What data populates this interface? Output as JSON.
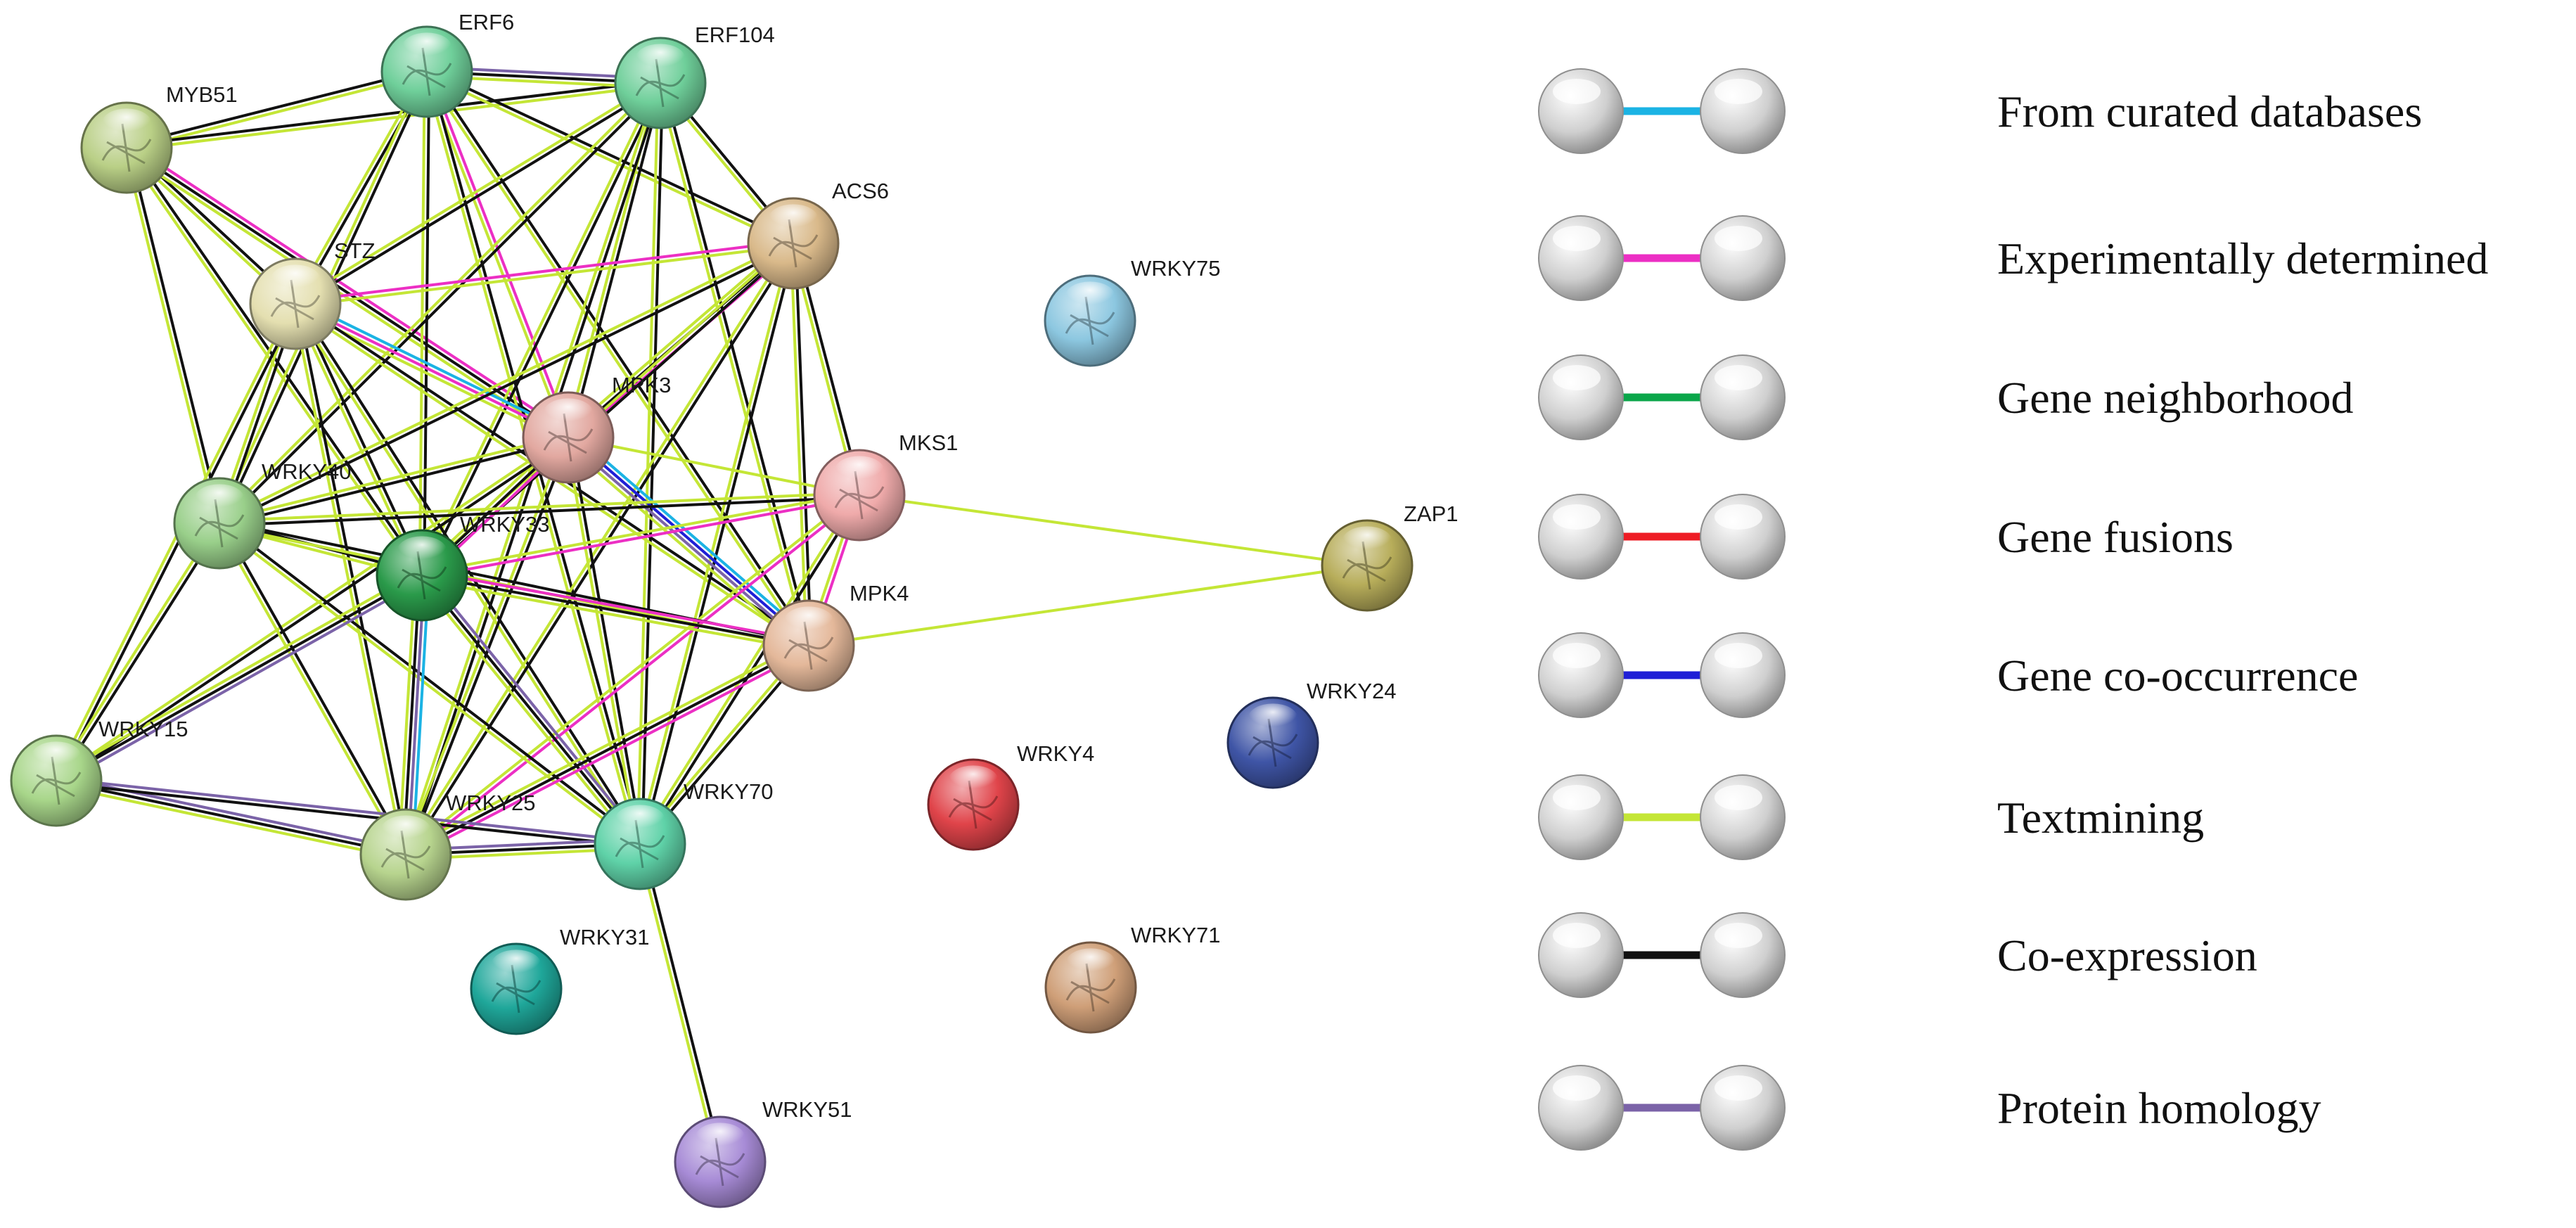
{
  "network": {
    "nodes": [
      {
        "id": "ERF6",
        "color": "#6fcf9a"
      },
      {
        "id": "ERF104",
        "color": "#6fcf9a"
      },
      {
        "id": "MYB51",
        "color": "#b9cf86"
      },
      {
        "id": "ACS6",
        "color": "#d9b98a"
      },
      {
        "id": "STZ",
        "color": "#e4dfb0"
      },
      {
        "id": "WRKY75",
        "color": "#8cc7e0"
      },
      {
        "id": "MPK3",
        "color": "#e2a8a0"
      },
      {
        "id": "MKS1",
        "color": "#efaaaa"
      },
      {
        "id": "WRKY40",
        "color": "#99cf8a"
      },
      {
        "id": "WRKY33",
        "color": "#2a9a4a"
      },
      {
        "id": "ZAP1",
        "color": "#b7ad5a"
      },
      {
        "id": "MPK4",
        "color": "#e4b89a"
      },
      {
        "id": "WRKY15",
        "color": "#a8d68a"
      },
      {
        "id": "WRKY24",
        "color": "#3f55a6"
      },
      {
        "id": "WRKY4",
        "color": "#e0444a"
      },
      {
        "id": "WRKY25",
        "color": "#b7d48e"
      },
      {
        "id": "WRKY70",
        "color": "#5fd2a8"
      },
      {
        "id": "WRKY31",
        "color": "#1fa79a"
      },
      {
        "id": "WRKY71",
        "color": "#cf9f78"
      },
      {
        "id": "WRKY51",
        "color": "#a78bd6"
      }
    ],
    "edges": [
      {
        "source": "MYB51",
        "target": "ERF6",
        "types": [
          "coexpression",
          "textmining"
        ]
      },
      {
        "source": "MYB51",
        "target": "ERF104",
        "types": [
          "coexpression",
          "textmining"
        ]
      },
      {
        "source": "MYB51",
        "target": "STZ",
        "types": [
          "coexpression",
          "textmining"
        ]
      },
      {
        "source": "MYB51",
        "target": "MPK3",
        "types": [
          "experimental",
          "coexpression",
          "textmining"
        ]
      },
      {
        "source": "MYB51",
        "target": "WRKY40",
        "types": [
          "coexpression",
          "textmining"
        ]
      },
      {
        "source": "MYB51",
        "target": "WRKY33",
        "types": [
          "coexpression",
          "textmining"
        ]
      },
      {
        "source": "ERF6",
        "target": "ERF104",
        "types": [
          "homology",
          "coexpression",
          "textmining"
        ]
      },
      {
        "source": "ERF6",
        "target": "STZ",
        "types": [
          "coexpression",
          "textmining"
        ]
      },
      {
        "source": "ERF6",
        "target": "ACS6",
        "types": [
          "coexpression",
          "textmining"
        ]
      },
      {
        "source": "ERF6",
        "target": "MPK3",
        "types": [
          "experimental",
          "textmining"
        ]
      },
      {
        "source": "ERF6",
        "target": "WRKY40",
        "types": [
          "coexpression",
          "textmining"
        ]
      },
      {
        "source": "ERF6",
        "target": "WRKY33",
        "types": [
          "coexpression",
          "textmining"
        ]
      },
      {
        "source": "ERF6",
        "target": "MPK4",
        "types": [
          "coexpression",
          "textmining"
        ]
      },
      {
        "source": "ERF6",
        "target": "WRKY70",
        "types": [
          "coexpression",
          "textmining"
        ]
      },
      {
        "source": "ERF104",
        "target": "STZ",
        "types": [
          "coexpression",
          "textmining"
        ]
      },
      {
        "source": "ERF104",
        "target": "ACS6",
        "types": [
          "coexpression",
          "textmining"
        ]
      },
      {
        "source": "ERF104",
        "target": "MPK3",
        "types": [
          "coexpression",
          "textmining"
        ]
      },
      {
        "source": "ERF104",
        "target": "WRKY40",
        "types": [
          "coexpression",
          "textmining"
        ]
      },
      {
        "source": "ERF104",
        "target": "WRKY33",
        "types": [
          "coexpression",
          "textmining"
        ]
      },
      {
        "source": "ERF104",
        "target": "MPK4",
        "types": [
          "coexpression",
          "textmining"
        ]
      },
      {
        "source": "ERF104",
        "target": "WRKY25",
        "types": [
          "coexpression",
          "textmining"
        ]
      },
      {
        "source": "ERF104",
        "target": "WRKY70",
        "types": [
          "coexpression",
          "textmining"
        ]
      },
      {
        "source": "STZ",
        "target": "ACS6",
        "types": [
          "experimental",
          "textmining"
        ]
      },
      {
        "source": "STZ",
        "target": "MPK3",
        "types": [
          "curated",
          "experimental",
          "textmining"
        ]
      },
      {
        "source": "STZ",
        "target": "WRKY40",
        "types": [
          "coexpression",
          "textmining"
        ]
      },
      {
        "source": "STZ",
        "target": "WRKY33",
        "types": [
          "coexpression",
          "textmining"
        ]
      },
      {
        "source": "STZ",
        "target": "MPK4",
        "types": [
          "coexpression",
          "textmining"
        ]
      },
      {
        "source": "STZ",
        "target": "WRKY15",
        "types": [
          "coexpression",
          "textmining"
        ]
      },
      {
        "source": "STZ",
        "target": "WRKY25",
        "types": [
          "coexpression",
          "textmining"
        ]
      },
      {
        "source": "STZ",
        "target": "WRKY70",
        "types": [
          "coexpression",
          "textmining"
        ]
      },
      {
        "source": "ACS6",
        "target": "MPK3",
        "types": [
          "experimental",
          "coexpression",
          "textmining"
        ]
      },
      {
        "source": "ACS6",
        "target": "WRKY40",
        "types": [
          "coexpression",
          "textmining"
        ]
      },
      {
        "source": "ACS6",
        "target": "WRKY33",
        "types": [
          "coexpression",
          "textmining"
        ]
      },
      {
        "source": "ACS6",
        "target": "MKS1",
        "types": [
          "coexpression",
          "textmining"
        ]
      },
      {
        "source": "ACS6",
        "target": "MPK4",
        "types": [
          "coexpression",
          "textmining"
        ]
      },
      {
        "source": "ACS6",
        "target": "WRKY25",
        "types": [
          "coexpression",
          "textmining"
        ]
      },
      {
        "source": "ACS6",
        "target": "WRKY70",
        "types": [
          "coexpression",
          "textmining"
        ]
      },
      {
        "source": "MPK3",
        "target": "WRKY40",
        "types": [
          "coexpression",
          "textmining"
        ]
      },
      {
        "source": "MPK3",
        "target": "WRKY33",
        "types": [
          "experimental",
          "coexpression",
          "textmining"
        ]
      },
      {
        "source": "MPK3",
        "target": "MKS1",
        "types": [
          "textmining"
        ]
      },
      {
        "source": "MPK3",
        "target": "MPK4",
        "types": [
          "curated",
          "cooccurrence",
          "homology",
          "textmining"
        ]
      },
      {
        "source": "MPK3",
        "target": "WRKY25",
        "types": [
          "coexpression",
          "textmining"
        ]
      },
      {
        "source": "MPK3",
        "target": "WRKY70",
        "types": [
          "coexpression",
          "textmining"
        ]
      },
      {
        "source": "MPK3",
        "target": "WRKY15",
        "types": [
          "coexpression",
          "textmining"
        ]
      },
      {
        "source": "MKS1",
        "target": "WRKY40",
        "types": [
          "coexpression",
          "textmining"
        ]
      },
      {
        "source": "MKS1",
        "target": "WRKY33",
        "types": [
          "experimental",
          "textmining"
        ]
      },
      {
        "source": "MKS1",
        "target": "MPK4",
        "types": [
          "experimental",
          "textmining"
        ]
      },
      {
        "source": "MKS1",
        "target": "ZAP1",
        "types": [
          "textmining"
        ]
      },
      {
        "source": "MKS1",
        "target": "WRKY25",
        "types": [
          "experimental",
          "textmining"
        ]
      },
      {
        "source": "MKS1",
        "target": "WRKY70",
        "types": [
          "coexpression",
          "textmining"
        ]
      },
      {
        "source": "WRKY40",
        "target": "WRKY33",
        "types": [
          "coexpression",
          "textmining"
        ]
      },
      {
        "source": "WRKY40",
        "target": "MPK4",
        "types": [
          "coexpression",
          "textmining"
        ]
      },
      {
        "source": "WRKY40",
        "target": "WRKY15",
        "types": [
          "coexpression",
          "textmining"
        ]
      },
      {
        "source": "WRKY40",
        "target": "WRKY25",
        "types": [
          "coexpression",
          "textmining"
        ]
      },
      {
        "source": "WRKY40",
        "target": "WRKY70",
        "types": [
          "coexpression",
          "textmining"
        ]
      },
      {
        "source": "WRKY33",
        "target": "MPK4",
        "types": [
          "experimental",
          "coexpression",
          "textmining"
        ]
      },
      {
        "source": "WRKY33",
        "target": "WRKY15",
        "types": [
          "homology",
          "coexpression",
          "textmining"
        ]
      },
      {
        "source": "WRKY33",
        "target": "WRKY25",
        "types": [
          "curated",
          "homology",
          "coexpression",
          "textmining"
        ]
      },
      {
        "source": "WRKY33",
        "target": "WRKY70",
        "types": [
          "homology",
          "coexpression",
          "textmining"
        ]
      },
      {
        "source": "MPK4",
        "target": "ZAP1",
        "types": [
          "textmining"
        ]
      },
      {
        "source": "MPK4",
        "target": "WRKY25",
        "types": [
          "experimental",
          "coexpression",
          "textmining"
        ]
      },
      {
        "source": "MPK4",
        "target": "WRKY70",
        "types": [
          "coexpression",
          "textmining"
        ]
      },
      {
        "source": "WRKY15",
        "target": "WRKY25",
        "types": [
          "homology",
          "coexpression",
          "textmining"
        ]
      },
      {
        "source": "WRKY15",
        "target": "WRKY70",
        "types": [
          "homology",
          "coexpression"
        ]
      },
      {
        "source": "WRKY25",
        "target": "WRKY70",
        "types": [
          "homology",
          "coexpression",
          "textmining"
        ]
      },
      {
        "source": "WRKY70",
        "target": "WRKY51",
        "types": [
          "coexpression",
          "textmining"
        ]
      }
    ]
  },
  "legend": [
    {
      "key": "curated",
      "label": "From curated databases",
      "color": "#1bb3e4"
    },
    {
      "key": "experimental",
      "label": "Experimentally determined",
      "color": "#ec2fc4"
    },
    {
      "key": "neighborhood",
      "label": "Gene neighborhood",
      "color": "#0aa64a"
    },
    {
      "key": "fusion",
      "label": "Gene fusions",
      "color": "#ee1c24"
    },
    {
      "key": "cooccurrence",
      "label": "Gene co-occurrence",
      "color": "#1f1fd6"
    },
    {
      "key": "textmining",
      "label": "Textmining",
      "color": "#c4e636"
    },
    {
      "key": "coexpression",
      "label": "Co-expression",
      "color": "#111111"
    },
    {
      "key": "homology",
      "label": "Protein homology",
      "color": "#7b63a8"
    }
  ]
}
